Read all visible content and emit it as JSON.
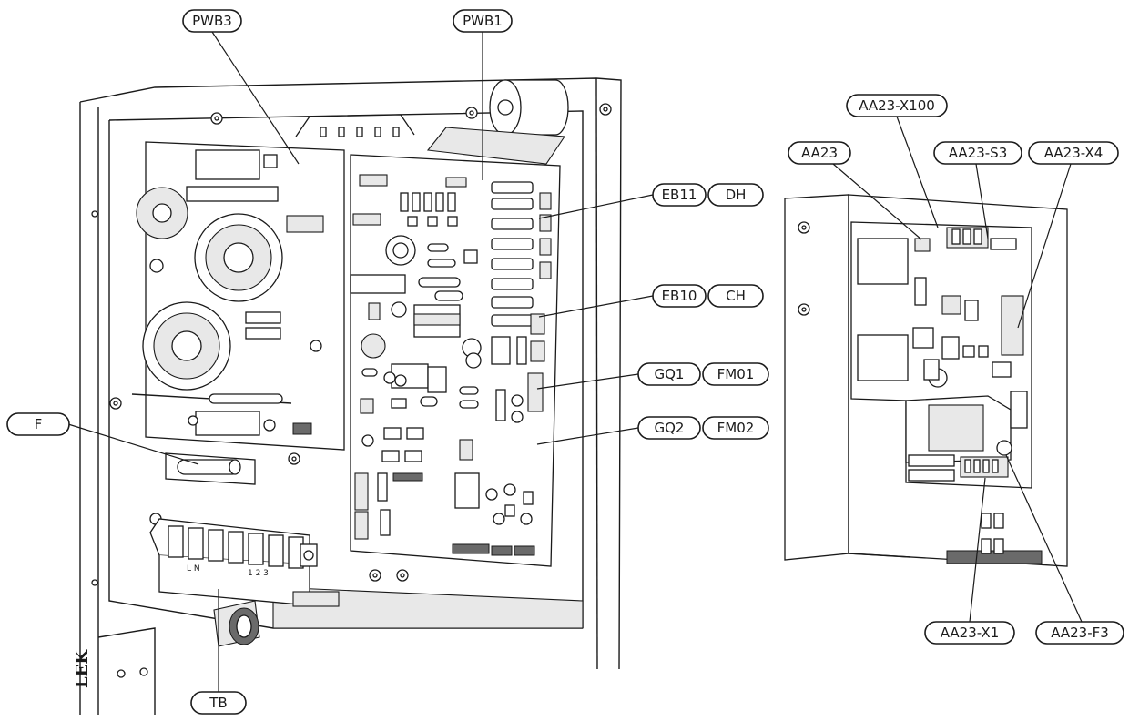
{
  "labels": {
    "pwb3": "PWB3",
    "pwb1": "PWB1",
    "eb11": "EB11",
    "dh": "DH",
    "eb10": "EB10",
    "ch": "CH",
    "gq1": "GQ1",
    "fm01": "FM01",
    "gq2": "GQ2",
    "fm02": "FM02",
    "f": "F",
    "tb": "TB",
    "aa23": "AA23",
    "aa23_x100": "AA23-X100",
    "aa23_s3": "AA23-S3",
    "aa23_x4": "AA23-X4",
    "aa23_x1": "AA23-X1",
    "aa23_f3": "AA23-F3"
  },
  "markings": {
    "side_logo": "LEK",
    "terminal_letters": "L  N",
    "terminal_numbers": "1 2 3"
  },
  "colors": {
    "line": "#1a1a1a",
    "background": "#ffffff",
    "shade": "#e8e8e8"
  }
}
